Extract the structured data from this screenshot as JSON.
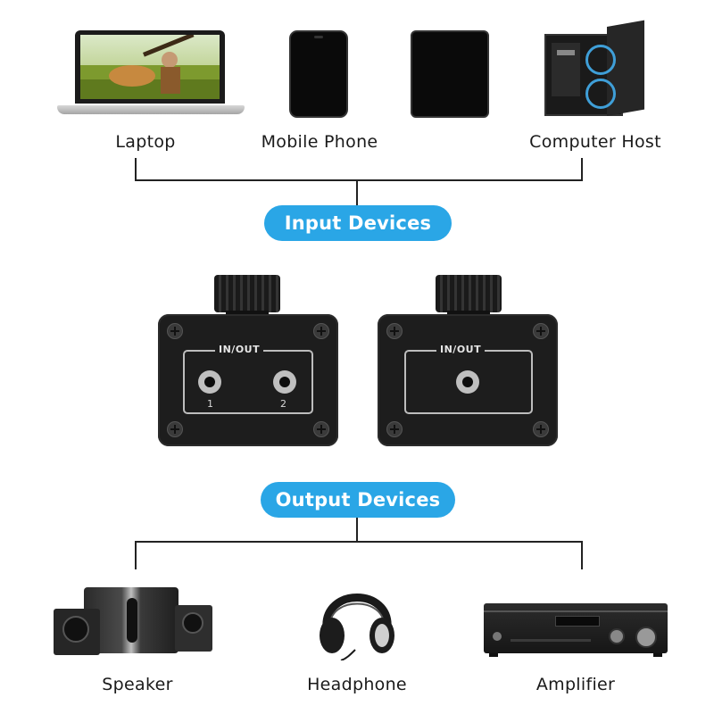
{
  "input_devices": {
    "title": "Input Devices",
    "items": [
      {
        "label": "Laptop"
      },
      {
        "label": "Mobile Phone"
      },
      {
        "label": "Computer Host"
      }
    ]
  },
  "switch_boxes": {
    "panel_label": "IN/OUT",
    "box_left": {
      "jack_numbers": [
        "1",
        "2"
      ]
    }
  },
  "output_devices": {
    "title": "Output Devices",
    "items": [
      {
        "label": "Speaker"
      },
      {
        "label": "Headphone"
      },
      {
        "label": "Amplifier"
      }
    ]
  },
  "colors": {
    "pill": "#2aa6e6",
    "connector_line": "#222222",
    "device_body": "#1d1d1d"
  }
}
